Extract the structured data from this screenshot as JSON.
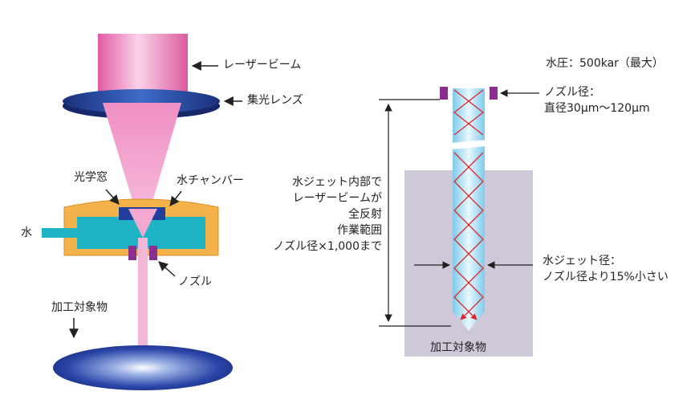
{
  "left": {
    "laser_beam": "レーザービーム",
    "focusing_lens": "集光レンズ",
    "optical_window": "光学窓",
    "water_chamber": "水チャンバー",
    "water": "水",
    "nozzle": "ノズル",
    "workpiece": "加工対象物"
  },
  "right": {
    "water_pressure": "水圧：500kar（最大）",
    "nozzle_diameter_title": "ノズル径：",
    "nozzle_diameter_value": "直径30μm〜120μm",
    "range_line1": "水ジェット内部で",
    "range_line2": "レーザービームが",
    "range_line3": "全反射",
    "range_line4": "作業範囲",
    "range_line5": "ノズル径×1,000まで",
    "jet_diameter_title": "水ジェット径：",
    "jet_diameter_value": "ノズル径より15%小さい",
    "workpiece": "加工対象物"
  },
  "colors": {
    "beam_pink": "#e882b8",
    "lens_blue": "#1f3f9a",
    "chamber_orange": "#f4b24a",
    "water_cyan": "#1fb3c6",
    "nozzle_purple": "#8b2f8f",
    "workpiece_blue": "#2a46a8",
    "block_gray": "#cfc8d8",
    "jet_light_blue": "#bfe6f5",
    "reflection_red": "#e0262c"
  }
}
